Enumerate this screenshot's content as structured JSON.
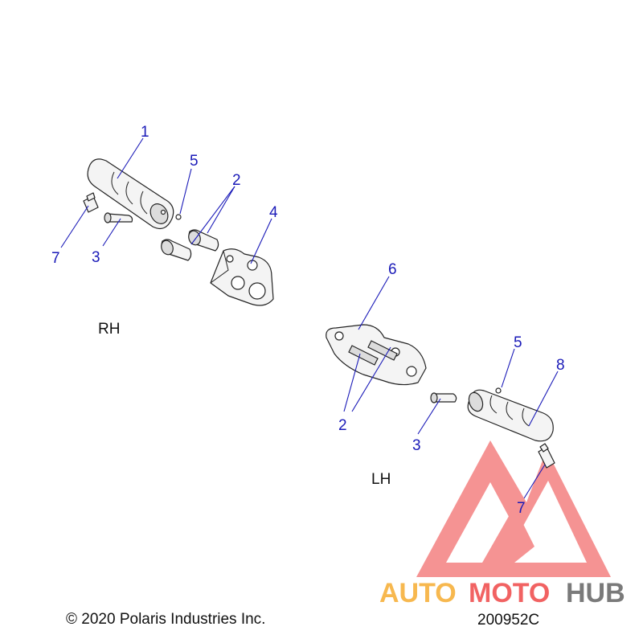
{
  "diagram": {
    "side_labels": {
      "rh": "RH",
      "lh": "LH"
    },
    "callouts": {
      "rh_peg": "1",
      "rh_clip": "5",
      "rh_bolts": "2",
      "rh_bracket": "4",
      "rh_fitting": "7",
      "rh_pin": "3",
      "lh_bracket": "6",
      "lh_bolts": "2",
      "lh_pin": "3",
      "lh_clip": "5",
      "lh_peg": "8",
      "lh_fitting": "7"
    },
    "copyright": "© 2020 Polaris Industries Inc.",
    "figure_number": "200952C"
  },
  "watermark": {
    "word_part1": "AUTO",
    "word_part2": "MOTO",
    "word_part3": "HUB",
    "colors": {
      "red": "#ee3b3b",
      "orange": "#f5a623",
      "gray": "#6b6b6b"
    }
  }
}
